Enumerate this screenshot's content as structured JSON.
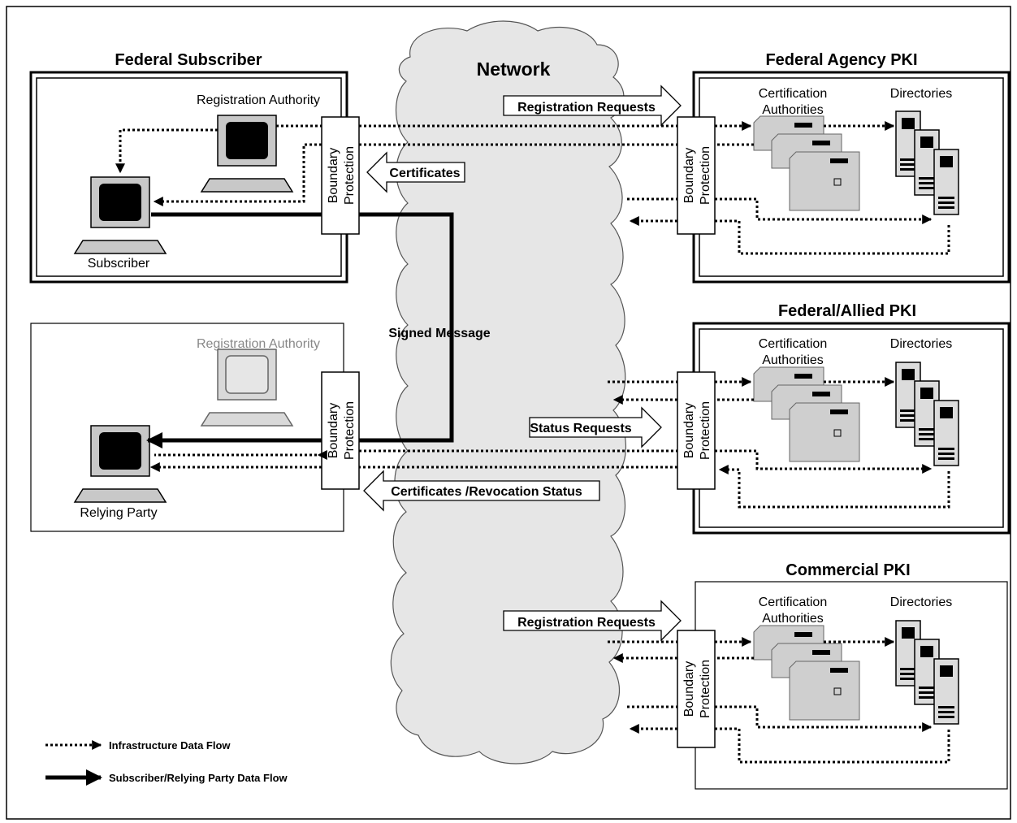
{
  "network": {
    "title": "Network"
  },
  "federal_subscriber": {
    "title": "Federal Subscriber",
    "ra_label": "Registration Authority",
    "subscriber_label": "Subscriber",
    "boundary_line1": "Boundary",
    "boundary_line2": "Protection"
  },
  "relying_party_site": {
    "ra_label": "Registration Authority",
    "relying_party_label": "Relying Party",
    "boundary_line1": "Boundary",
    "boundary_line2": "Protection"
  },
  "pkis": [
    {
      "title": "Federal Agency PKI",
      "ca_line1": "Certification",
      "ca_line2": "Authorities",
      "dir_label": "Directories",
      "boundary_line1": "Boundary",
      "boundary_line2": "Protection"
    },
    {
      "title": "Federal/Allied PKI",
      "ca_line1": "Certification",
      "ca_line2": "Authorities",
      "dir_label": "Directories",
      "boundary_line1": "Boundary",
      "boundary_line2": "Protection"
    },
    {
      "title": "Commercial PKI",
      "ca_line1": "Certification",
      "ca_line2": "Authorities",
      "dir_label": "Directories",
      "boundary_line1": "Boundary",
      "boundary_line2": "Protection"
    }
  ],
  "arrows": {
    "registration_requests_1": "Registration Requests",
    "certificates": "Certificates",
    "signed_message": "Signed Message",
    "status_requests": "Status Requests",
    "certificates_revocation": "Certificates /Revocation Status",
    "registration_requests_2": "Registration Requests"
  },
  "legend": {
    "infrastructure": "Infrastructure Data Flow",
    "subscriber": "Subscriber/Relying Party Data Flow"
  }
}
